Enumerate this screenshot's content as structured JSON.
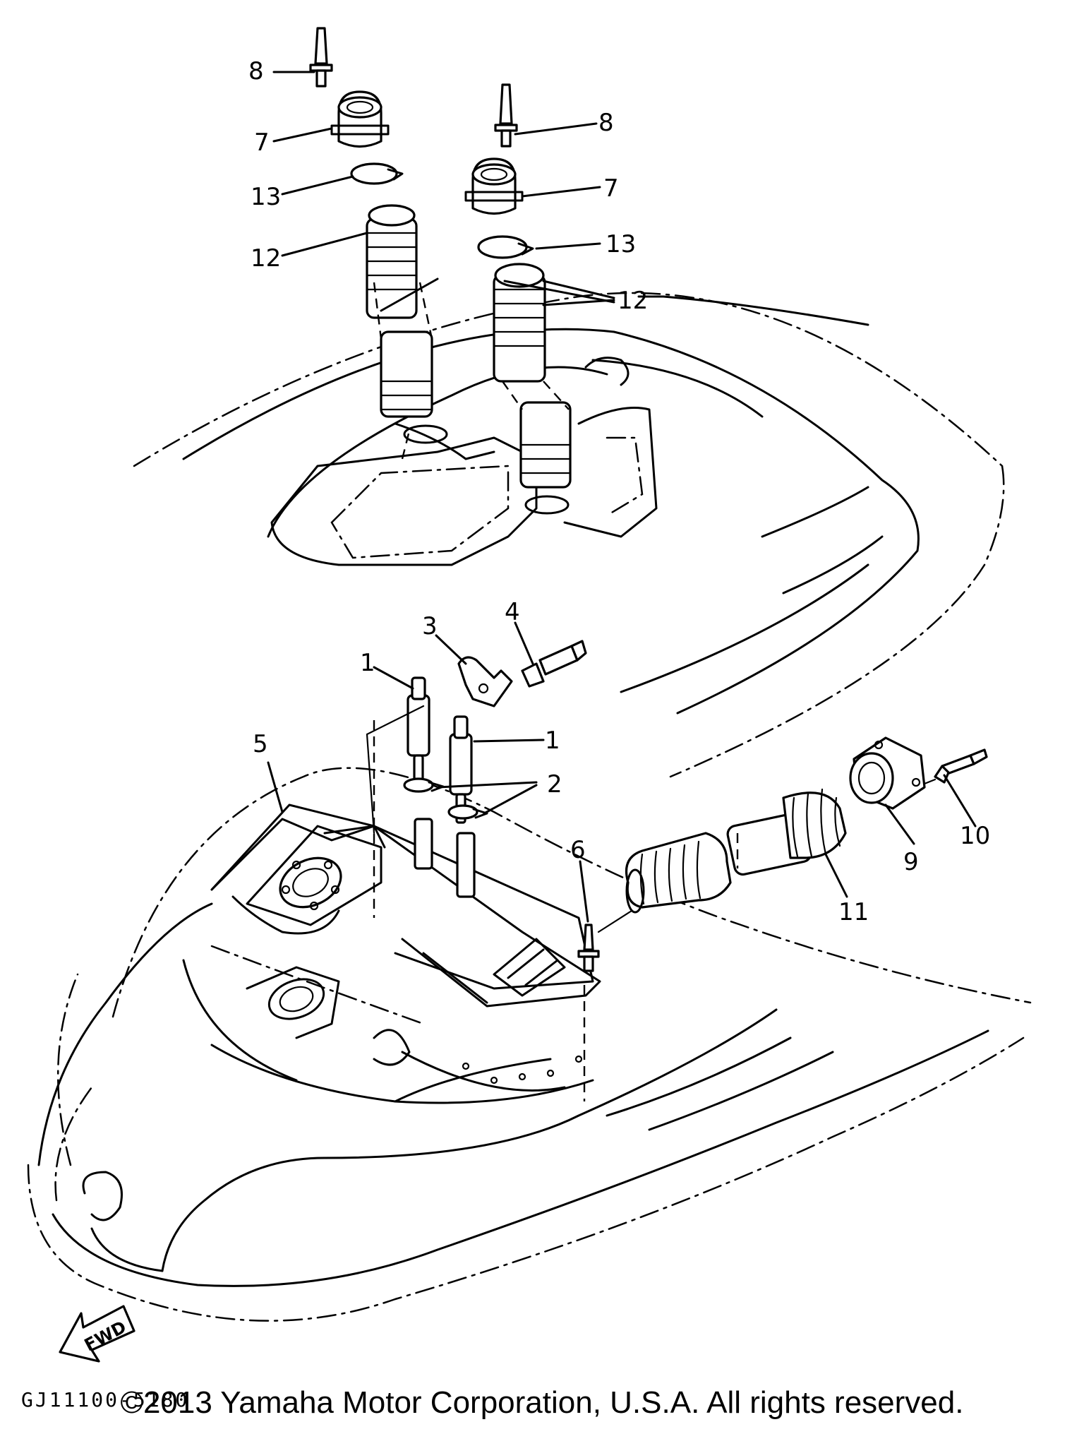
{
  "diagram": {
    "drawing_code": "GJ11100-5180",
    "fwd_label": "FWD",
    "callouts": [
      "1",
      "1",
      "2",
      "3",
      "4",
      "5",
      "6",
      "7",
      "7",
      "8",
      "8",
      "9",
      "10",
      "11",
      "12",
      "12",
      "13",
      "13"
    ]
  },
  "footer": {
    "copyright": "©2013 Yamaha Motor Corporation, U.S.A. All rights reserved."
  }
}
